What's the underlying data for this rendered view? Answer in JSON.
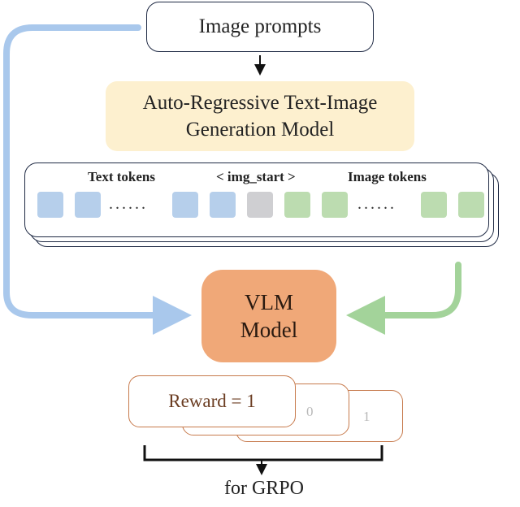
{
  "prompts_label": "Image prompts",
  "ar_model": {
    "line1": "Auto-Regressive Text-Image",
    "line2": "Generation Model"
  },
  "sequence": {
    "text_label": "Text tokens",
    "start_label": "< img_start >",
    "image_label": "Image tokens",
    "dots_text": "......",
    "dots_image": "......"
  },
  "vlm": {
    "line1": "VLM",
    "line2": "Model"
  },
  "rewards": {
    "front": "Reward = 1",
    "middle": "0",
    "back": "1"
  },
  "output_label": "for GRPO",
  "colors": {
    "text_token": "#b6cfeb",
    "start_token": "#cfcfd2",
    "image_token": "#bcdcb0",
    "ar_box_fill": "#fdf0cf",
    "vlm_fill": "#f0a878",
    "blue_arrow": "#a9c8ec",
    "green_arrow": "#a3d39a",
    "reward_border": "#c77a4c"
  }
}
